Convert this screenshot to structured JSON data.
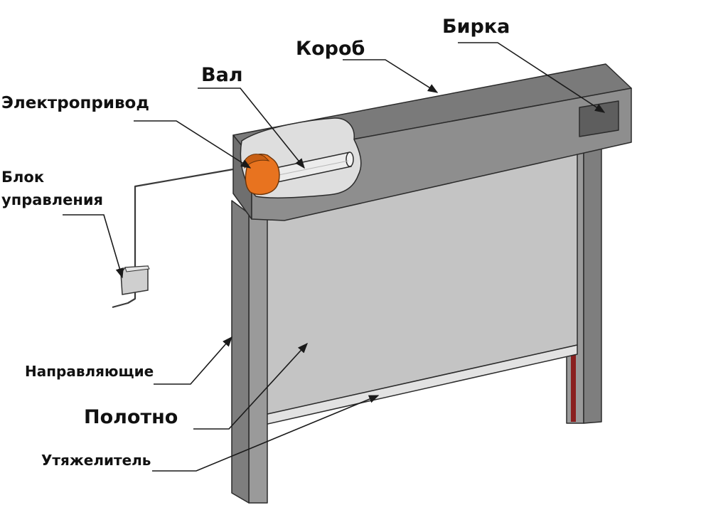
{
  "labels": {
    "birka": "Бирка",
    "korob": "Короб",
    "val": "Вал",
    "elektroprivod": "Электропривод",
    "blok_line1": "Блок",
    "blok_line2": "управления",
    "napravlyayushchie": "Направляющие",
    "polotno": "Полотно",
    "utyazhelitel": "Утяжелитель"
  },
  "colors": {
    "box_front": "#8e8e8e",
    "box_top": "#7a7a7a",
    "box_end": "#6f6f6f",
    "guide_front": "#9a9a9a",
    "guide_side": "#7e7e7e",
    "curtain": "#c4c4c4",
    "motor": "#e8731f",
    "tag": "#5e5e5e",
    "red_strip": "#8a1f1f"
  },
  "icons": {
    "motor": "motor-icon",
    "control_unit": "control-box-icon"
  }
}
